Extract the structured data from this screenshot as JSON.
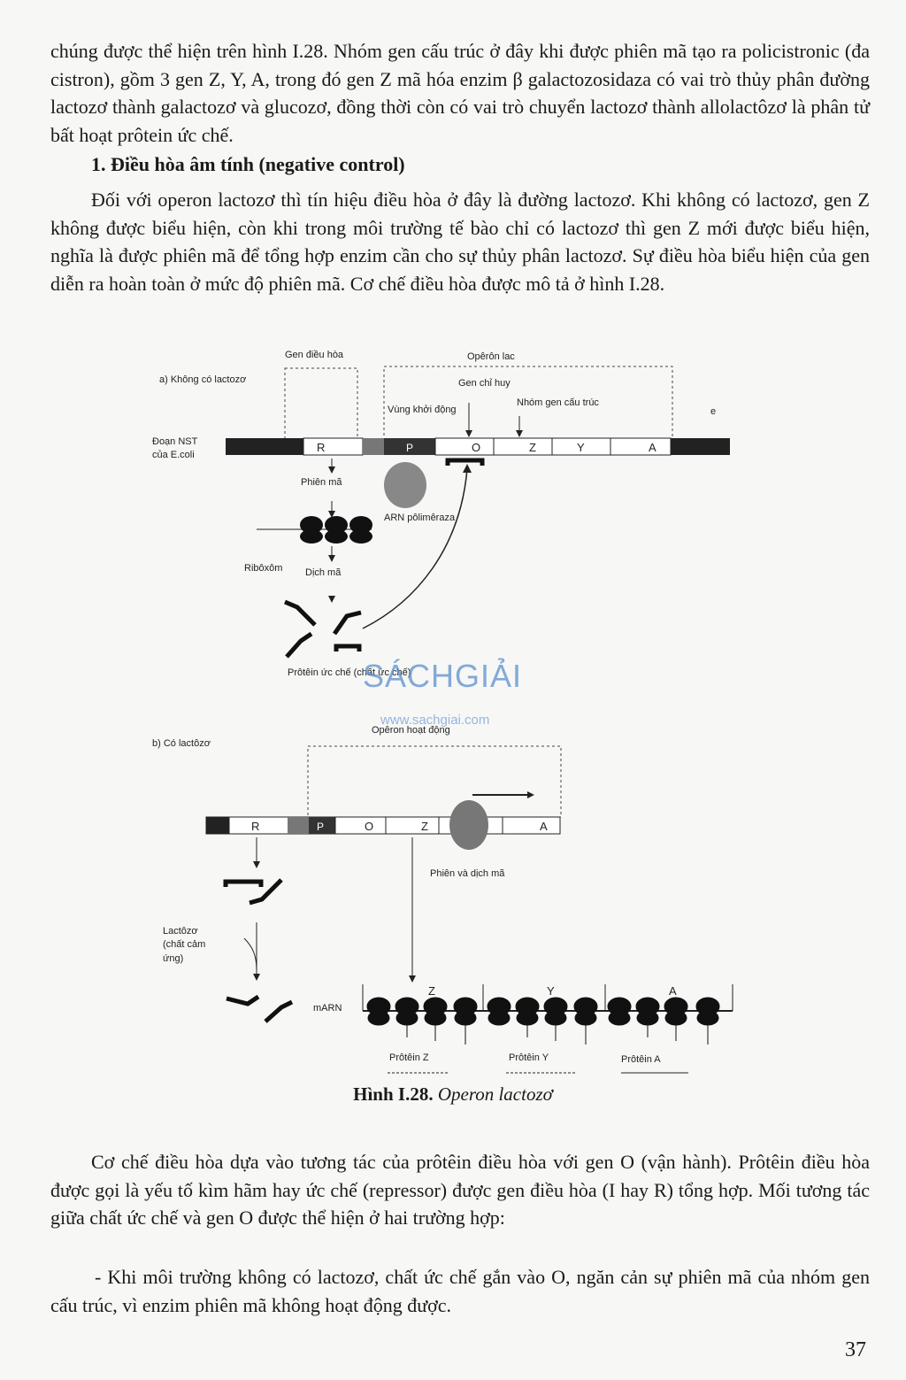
{
  "paragraphs": {
    "p1": "chúng được thể hiện trên hình I.28. Nhóm gen cấu trúc ở đây khi được phiên mã tạo ra policistronic (đa cistron), gồm 3 gen Z, Y, A, trong đó gen Z mã hóa enzim β galactozosidaza có vai trò thủy phân đường lactozơ thành galactozơ và glucozơ, đồng thời còn có vai trò chuyển lactozơ thành allolactôzơ là phân tử bất hoạt prôtein ức chế.",
    "heading": "1. Điều hòa âm tính (negative control)",
    "p2": "Đối với operon lactozơ thì tín hiệu điều hòa ở đây là đường lactozơ. Khi không có lactozơ, gen Z không được biểu hiện, còn khi trong môi trường tế bào chỉ có lactozơ thì gen Z mới được biểu hiện, nghĩa là được phiên mã để tổng hợp enzim cần cho sự thủy phân lactozơ. Sự điều hòa biểu hiện của gen diễn ra hoàn toàn ở mức độ phiên mã. Cơ chế điều hòa được mô tả ở hình I.28.",
    "p3": "Cơ chế điều hòa dựa vào tương tác của prôtêin điều hòa với gen O (vận hành). Prôtêin điều hòa được gọi là yếu tố kìm hãm hay ức chế (repressor) được gen điều hòa (I hay R) tổng hợp. Mối tương tác giữa chất ức chế và gen O được thể hiện ở hai trường hợp:",
    "p4": "- Khi môi trường không có lactozơ, chất ức chế gắn vào O, ngăn cản sự phiên mã của nhóm gen cấu trúc, vì enzim phiên mã không hoạt động được."
  },
  "figure": {
    "a": {
      "panel_label": "a) Không có lactozơ",
      "gen_dieu_hoa": "Gen điều hòa",
      "operon_lac": "Opêrôn lac",
      "gen_chi_huy": "Gen chỉ huy",
      "vung_khoi_dong": "Vùng khởi động",
      "nhom_gen_cau_truc": "Nhóm gen cấu trúc",
      "e_label": "e",
      "doan_nst": "Đoạn NST",
      "cua_e_coli": "của E.coli",
      "gene_R": "R",
      "gene_P": "P",
      "gene_O": "O",
      "gene_Z": "Z",
      "gene_Y": "Y",
      "gene_A": "A",
      "phien_ma": "Phiên mã",
      "arn_polimeraza": "ARN pôlimêraza",
      "riboxom": "Ribôxôm",
      "dich_ma": "Dịch mã",
      "protein_uc_che": "Prôtêin ức chế (chất ức chế)"
    },
    "b": {
      "panel_label": "b) Có lactôzơ",
      "operon_hoat_dong": "Opêron hoạt động",
      "gene_R": "R",
      "gene_P": "P",
      "gene_O": "O",
      "gene_Z": "Z",
      "gene_A": "A",
      "phien_va_dich_ma": "Phiên và dịch mã",
      "lactozo_1": "Lactôzơ",
      "lactozo_2": "(chất cảm",
      "lactozo_3": "ứng)",
      "marn": "mARN",
      "mrna_Z": "Z",
      "mrna_Y": "Y",
      "mrna_A": "A",
      "protein_z": "Prôtêin Z",
      "protein_y": "Prôtêin Y",
      "protein_a": "Prôtêin A"
    },
    "caption_bold": "Hình I.28.",
    "caption_italic": "Operon lactozơ"
  },
  "watermark": {
    "brand": "SÁCHGIẢI",
    "url": "www.sachgiai.com"
  },
  "page_number": "37"
}
